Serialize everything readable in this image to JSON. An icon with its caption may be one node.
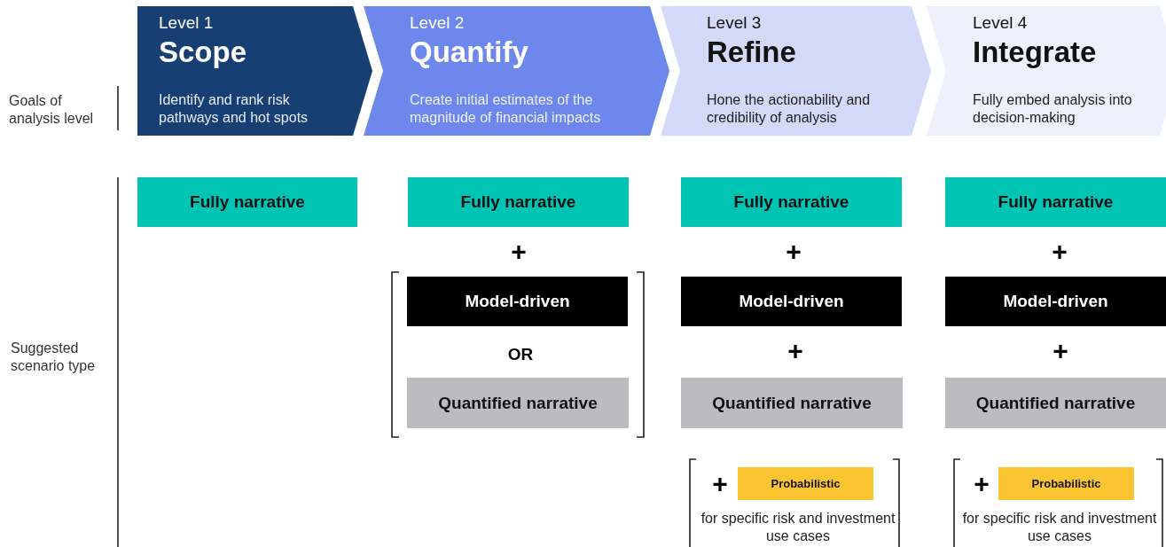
{
  "diagram": {
    "nodes": [
      {
        "text": [
          "Level 1",
          "Scope",
          "Identify and rank risk pathways and hot spots"
        ]
      },
      {
        "text": [
          "Level 2",
          "Quantify",
          "Create initial estimates of the magnitude of financial impacts"
        ]
      },
      {
        "text": [
          "Level 3",
          "Refine",
          "Hone the actionability and credibility of analysis"
        ]
      },
      {
        "text": [
          "Level 4",
          "Integrate",
          "Fully embed analysis into decision-making"
        ]
      },
      {
        "text": [
          "Fully narrative"
        ]
      },
      {
        "text": [
          "Fully narrative"
        ]
      },
      {
        "text": [
          "Fully narrative"
        ]
      },
      {
        "text": [
          "Fully narrative"
        ]
      },
      {
        "text": [
          "Model-driven"
        ]
      },
      {
        "text": [
          "Quantified narrative"
        ]
      },
      {
        "text": [
          "Model-driven"
        ]
      },
      {
        "text": [
          "Quantified narrative"
        ]
      },
      {
        "text": [
          "Probabilistic"
        ],
        "beside": [
          "for specific risk and investment use cases"
        ]
      },
      {
        "text": [
          "Model-driven"
        ]
      },
      {
        "text": [
          "Quantified narrative"
        ]
      },
      {
        "text": [
          "Probabilistic"
        ],
        "beside": [
          "for specific risk and investment use cases"
        ]
      }
    ],
    "labels": [
      "Goals of analysis level",
      "Suggested scenario type",
      "+",
      "+",
      "+",
      "OR",
      "+",
      "+",
      "+",
      "+"
    ]
  }
}
